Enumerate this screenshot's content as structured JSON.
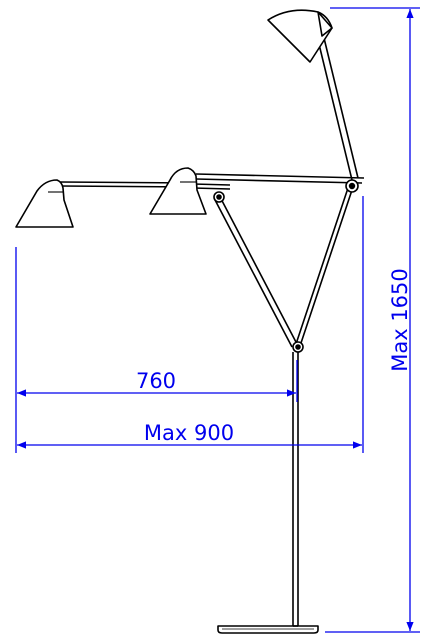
{
  "diagram": {
    "dimensions": {
      "reach_arm": "760",
      "reach_max": "Max 900",
      "height_max": "Max 1650"
    },
    "colors": {
      "dimension_line": "#0000ee",
      "drawing": "#000000",
      "background": "#ffffff"
    }
  }
}
